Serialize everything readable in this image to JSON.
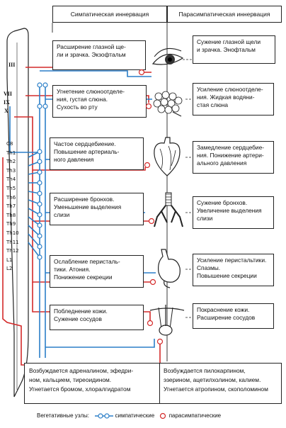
{
  "header": {
    "sympathetic": "Симпатическая иннервация",
    "parasympathetic": "Парасимпатическая иннервация"
  },
  "cranial_nerves": [
    "III",
    "VII",
    "IX",
    "X"
  ],
  "spinal_segments": [
    "C8",
    "Th1",
    "Th2",
    "Th3",
    "Th4",
    "Th5",
    "Th6",
    "Th7",
    "Th8",
    "Th9",
    "Th10",
    "Th11",
    "Th12",
    "L1",
    "L2"
  ],
  "rows": [
    {
      "organ_icon": "eye-icon",
      "sympathetic": [
        "Расширение глазной ще-",
        "ли и зрачка. Экзофтальм"
      ],
      "parasympathetic": [
        "Сужение глазной щели",
        "и зрачка. Энофтальм"
      ]
    },
    {
      "organ_icon": "salivary-gland-icon",
      "sympathetic": [
        "Угнетение слюноотделе-",
        "ния, густая слюна.",
        "Сухость во рту"
      ],
      "parasympathetic": [
        "Усиление слюноотделе-",
        "ния. Жидкая водяни-",
        "стая слюна"
      ]
    },
    {
      "organ_icon": "heart-icon",
      "sympathetic": [
        "Частое сердцебиение.",
        "Повышение артериаль-",
        "ного давления"
      ],
      "parasympathetic": [
        "Замедление сердцебие-",
        "ния. Понижение артери-",
        "ального давления"
      ]
    },
    {
      "organ_icon": "bronchi-icon",
      "sympathetic": [
        "Расширение бронхов.",
        "Уменьшение выделения",
        "слизи"
      ],
      "parasympathetic": [
        "Сужение бронхов.",
        "Увеличение выделения",
        "слизи"
      ]
    },
    {
      "organ_icon": "stomach-icon",
      "sympathetic": [
        "Ослабление перисталь-",
        "тики. Атония.",
        "Понижение секреции"
      ],
      "parasympathetic": [
        "Усиление перистальтики.",
        "Спазмы.",
        "Повышение секреции"
      ]
    },
    {
      "organ_icon": "skin-icon",
      "sympathetic": [
        "Побледнение кожи.",
        "Сужение сосудов"
      ],
      "parasympathetic": [
        "Покраснение кожи.",
        "Расширение сосудов"
      ]
    }
  ],
  "bottom": {
    "sympathetic": [
      "Возбуждается адреналином, эфедри-",
      "ном, кальцием, тиреоидином.",
      "Угнетается бромом, хлоралгидратом"
    ],
    "parasympathetic": [
      "Возбуждается пилокарпином,",
      "эзерином, ацетилхолином, калием.",
      "Угнетается атропином, скополомином"
    ]
  },
  "legend": {
    "prefix": "Вегетативные узлы:",
    "sympathetic": "симпатические",
    "parasympathetic": "парасимпатические"
  },
  "colors": {
    "sympathetic_path": "#2b7fc8",
    "parasympathetic_path": "#d42a2a",
    "outline": "#222222"
  }
}
